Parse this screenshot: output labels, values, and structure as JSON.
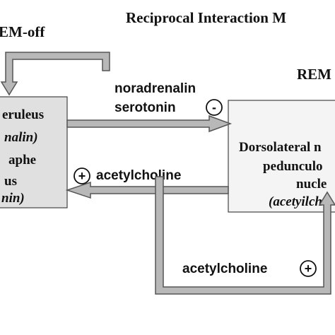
{
  "title": "Reciprocal Interaction M",
  "rem_off_label": "EM-off",
  "rem_on_label": "REM",
  "left_box": {
    "line1": "eruleus",
    "line2": "nalin)",
    "line3": "aphe",
    "line4": "us",
    "line5": "nin)"
  },
  "right_box": {
    "line1": "Dorsolateral n",
    "line2": "pedunculo",
    "line3": "nucle",
    "line4": "(acetyilch"
  },
  "top_arrow_label_1": "noradrenalin",
  "top_arrow_label_2": "serotonin",
  "top_sign": "-",
  "middle_arrow_label": "acetylcholine",
  "middle_sign": "+",
  "bottom_arrow_label": "acetylcholine",
  "bottom_sign": "+",
  "colors": {
    "arrow_fill": "#b8b8b8",
    "arrow_stroke": "#555555",
    "left_box_fill": "#e0e0e0",
    "right_box_fill": "#f4f4f4",
    "text": "#111111"
  }
}
